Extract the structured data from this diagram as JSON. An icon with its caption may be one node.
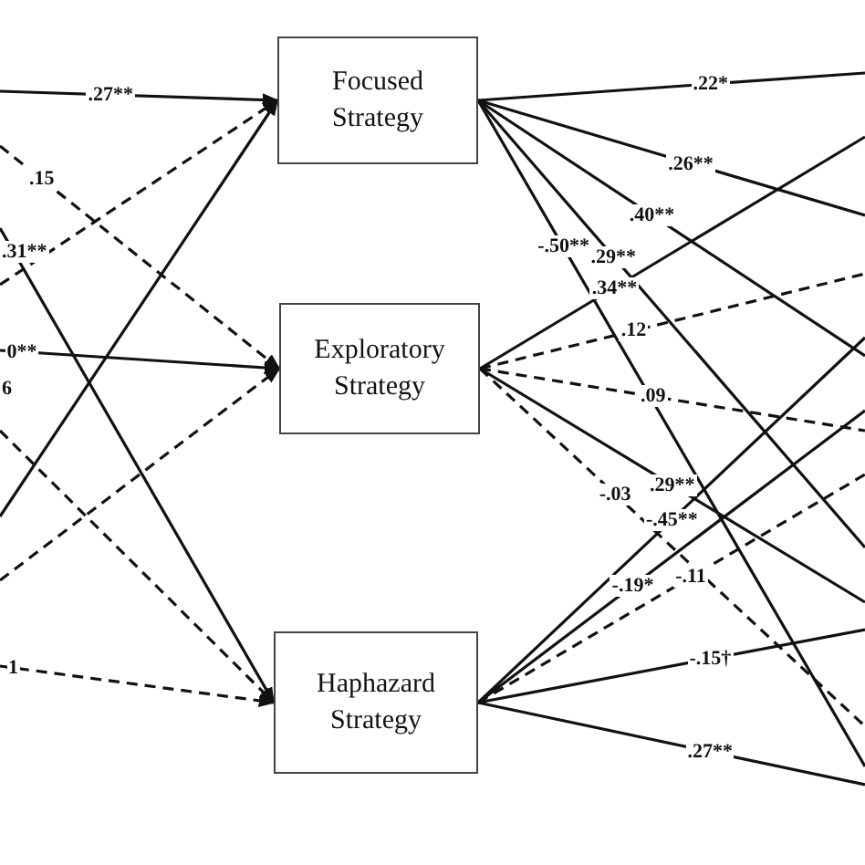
{
  "diagram": {
    "nodes": [
      {
        "text": [
          "Focused Strategy"
        ]
      },
      {
        "text": [
          "Exploratory Strategy"
        ]
      },
      {
        "text": [
          "Haphazard Strategy"
        ]
      }
    ],
    "edges": [
      {
        "from": null,
        "to": 0,
        "arrow": "to",
        "label": ".27**"
      },
      {
        "from": null,
        "to": 0,
        "arrow": "to",
        "style": "dashed"
      },
      {
        "from": null,
        "to": 0,
        "arrow": "to"
      },
      {
        "from": null,
        "to": 1,
        "arrow": "to",
        "style": "dashed",
        "label": ".15"
      },
      {
        "from": null,
        "to": 1,
        "arrow": "to",
        "label": "0**"
      },
      {
        "from": null,
        "to": 1,
        "arrow": "to",
        "style": "dashed"
      },
      {
        "from": null,
        "to": 2,
        "arrow": "to",
        "label": ".31**"
      },
      {
        "from": null,
        "to": 2,
        "arrow": "to",
        "style": "dashed"
      },
      {
        "from": null,
        "to": 2,
        "arrow": "to",
        "style": "dashed",
        "label": "1"
      },
      {
        "from": 0,
        "to": null,
        "arrow": "none",
        "label": ".22*"
      },
      {
        "from": 0,
        "to": null,
        "arrow": "none",
        "label": ".26**"
      },
      {
        "from": 0,
        "to": null,
        "arrow": "none",
        "label": ".40**"
      },
      {
        "from": 0,
        "to": null,
        "arrow": "none",
        "label": ".29**"
      },
      {
        "from": 0,
        "to": null,
        "arrow": "none",
        "label": "-.50**"
      },
      {
        "from": 1,
        "to": null,
        "arrow": "none",
        "label": ".34**"
      },
      {
        "from": 1,
        "to": null,
        "arrow": "none",
        "style": "dashed",
        "label": ".12"
      },
      {
        "from": 1,
        "to": null,
        "arrow": "none",
        "style": "dashed",
        "label": ".09"
      },
      {
        "from": 1,
        "to": null,
        "arrow": "none",
        "label": ".29**"
      },
      {
        "from": 1,
        "to": null,
        "arrow": "none",
        "style": "dashed",
        "label": "-.03"
      },
      {
        "from": 2,
        "to": null,
        "arrow": "none",
        "label": "-.19*"
      },
      {
        "from": 2,
        "to": null,
        "arrow": "none",
        "label": "-.45**"
      },
      {
        "from": 2,
        "to": null,
        "arrow": "none",
        "style": "dashed",
        "label": "-.11"
      },
      {
        "from": 2,
        "to": null,
        "arrow": "none",
        "label": "-.15†"
      },
      {
        "from": 2,
        "to": null,
        "arrow": "none",
        "label": ".27**"
      }
    ],
    "labels": [
      "6"
    ]
  }
}
